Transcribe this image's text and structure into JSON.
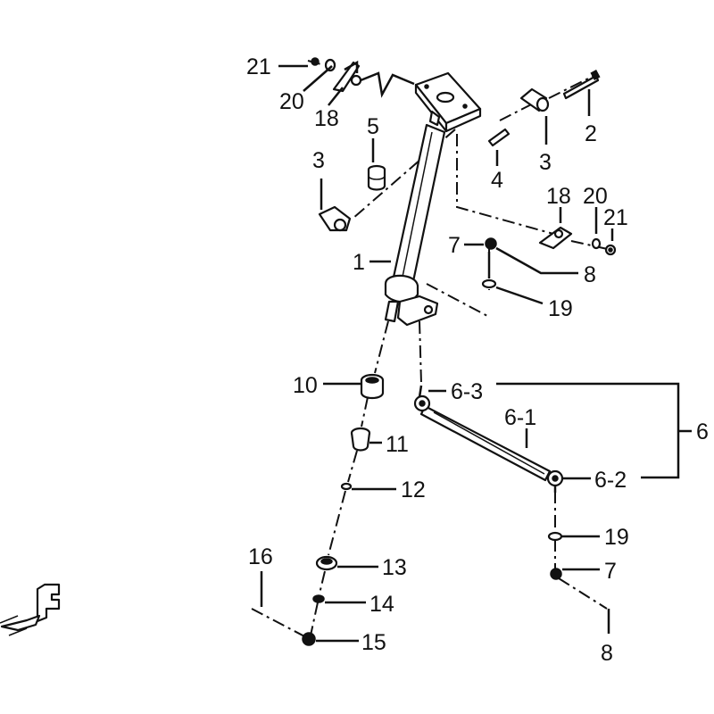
{
  "callouts": {
    "c1": "1",
    "c2": "2",
    "c3_left": "3",
    "c3_right": "3",
    "c4": "4",
    "c5": "5",
    "c6": "6",
    "c6_1": "6-1",
    "c6_2": "6-2",
    "c6_3": "6-3",
    "c7_upper": "7",
    "c7_lower": "7",
    "c8_upper": "8",
    "c8_lower": "8",
    "c10": "10",
    "c11": "11",
    "c12": "12",
    "c13": "13",
    "c14": "14",
    "c15": "15",
    "c16": "16",
    "c18_left": "18",
    "c18_right": "18",
    "c19_upper": "19",
    "c19_lower": "19",
    "c20_left": "20",
    "c20_right": "20",
    "c21_left": "21",
    "c21_right": "21"
  },
  "icons": {
    "front": "front-arrow-icon"
  },
  "colors": {
    "ink": "#111111",
    "paper": "#ffffff"
  }
}
